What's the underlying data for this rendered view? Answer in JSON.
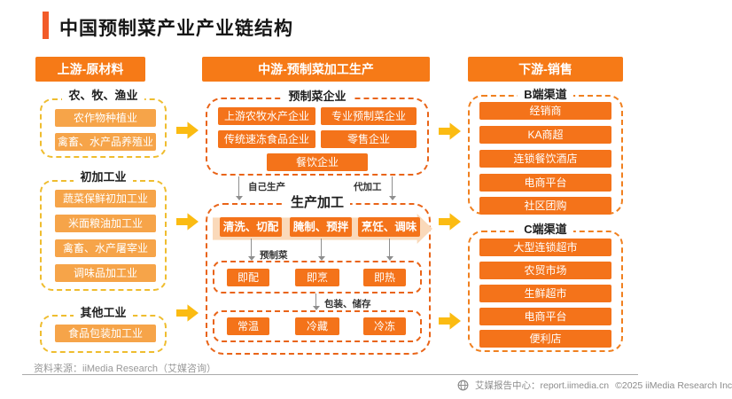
{
  "title": "中国预制菜产业产业链结构",
  "upstream": {
    "header": "上游-原材料",
    "groups": [
      {
        "label": "农、牧、渔业",
        "items": [
          "农作物种植业",
          "禽畜、水产品养殖业"
        ]
      },
      {
        "label": "初加工业",
        "items": [
          "蔬菜保鲜初加工业",
          "米面粮油加工业",
          "禽畜、水产屠宰业",
          "调味品加工业"
        ]
      },
      {
        "label": "其他工业",
        "items": [
          "食品包装加工业"
        ]
      }
    ]
  },
  "midstream": {
    "header": "中游-预制菜加工生产",
    "enterprises": {
      "label": "预制菜企业",
      "items": [
        "上游农牧水产企业",
        "专业预制菜企业",
        "传统速冻食品企业",
        "零售企业",
        "餐饮企业"
      ]
    },
    "production": {
      "self_label": "自己生产",
      "oem_label": "代加工",
      "label": "生产加工",
      "steps": [
        "清洗、切配",
        "腌制、预拌",
        "烹饪、调味"
      ],
      "prepared_label": "预制菜",
      "prepared": [
        "即配",
        "即烹",
        "即热"
      ],
      "storage_label": "包装、储存",
      "storage": [
        "常温",
        "冷藏",
        "冷冻"
      ]
    }
  },
  "downstream": {
    "header": "下游-销售",
    "groups": [
      {
        "label": "B端渠道",
        "items": [
          "经销商",
          "KA商超",
          "连锁餐饮酒店",
          "电商平台",
          "社区团购"
        ]
      },
      {
        "label": "C端渠道",
        "items": [
          "大型连锁超市",
          "农贸市场",
          "生鲜超市",
          "电商平台",
          "便利店"
        ]
      }
    ]
  },
  "footer": {
    "source": "资料来源：iiMedia Research（艾媒咨询）",
    "site": "艾媒报告中心：report.iimedia.cn",
    "copyright": "©2025  iiMedia Research  Inc"
  },
  "colors": {
    "accent": "#F25B29",
    "header_bg": "#F67A17",
    "item": "#F4731A",
    "item_light": "#F6A449",
    "dash_gold": "#EFBD2F",
    "dash_orange": "#E96418",
    "dash_right": "#F0801F",
    "flow_arrow": "#FBBB12",
    "process_arrow_bg": "#FAD9BA"
  }
}
